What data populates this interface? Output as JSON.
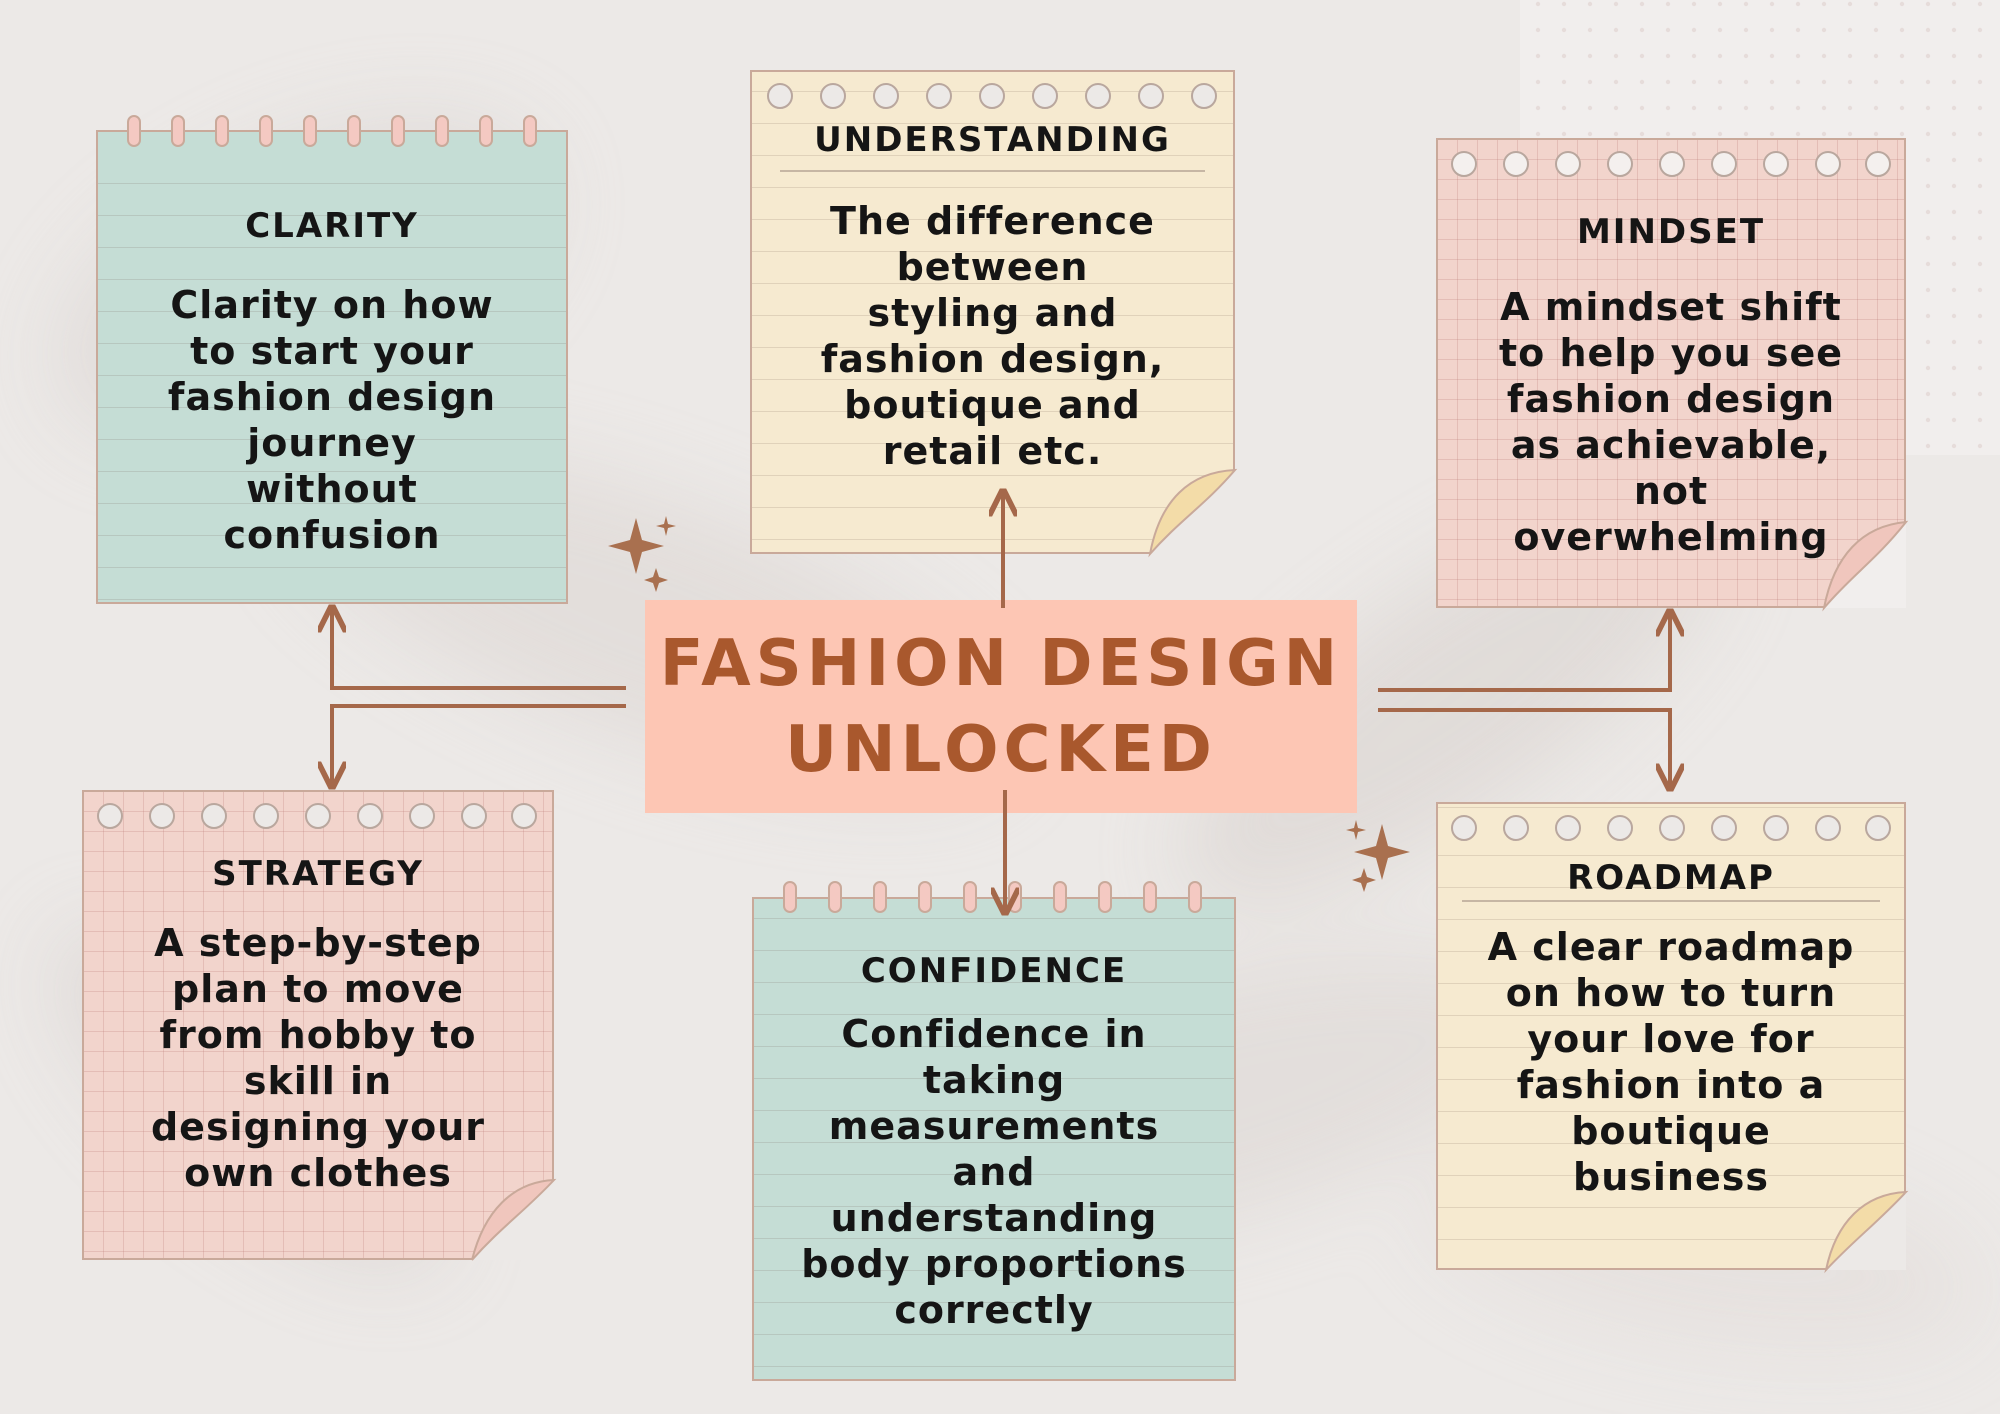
{
  "central_title": {
    "line1": "FASHION DESIGN",
    "line2": "UNLOCKED"
  },
  "cards": {
    "clarity": {
      "title": "CLARITY",
      "body": [
        "Clarity on how",
        "to start your",
        "fashion design",
        "journey",
        "without",
        "confusion"
      ]
    },
    "understanding": {
      "title": "UNDERSTANDING",
      "body": [
        "The difference",
        "between",
        "styling and",
        "fashion design,",
        "boutique and",
        "retail etc."
      ]
    },
    "mindset": {
      "title": "MINDSET",
      "body": [
        "A mindset shift",
        "to help you see",
        "fashion design",
        "as achievable,",
        "not",
        "overwhelming"
      ]
    },
    "strategy": {
      "title": "STRATEGY",
      "body": [
        "A step-by-step",
        "plan to move",
        "from hobby to",
        "skill in",
        "designing your",
        "own clothes"
      ]
    },
    "confidence": {
      "title": "CONFIDENCE",
      "body": [
        "Confidence in",
        "taking",
        "measurements",
        "and",
        "understanding",
        "body proportions",
        "correctly"
      ]
    },
    "roadmap": {
      "title": "ROADMAP",
      "body": [
        "A clear roadmap",
        "on how to turn",
        "your love for",
        "fashion into a",
        "boutique",
        "business"
      ]
    }
  },
  "colors": {
    "teal_note": "#c5ddd5",
    "cream_note": "#f6ead0",
    "pink_note": "#f2d4cc",
    "central_box": "#fdc6b4",
    "accent_brown": "#a9582d",
    "connector": "#a5684a"
  }
}
